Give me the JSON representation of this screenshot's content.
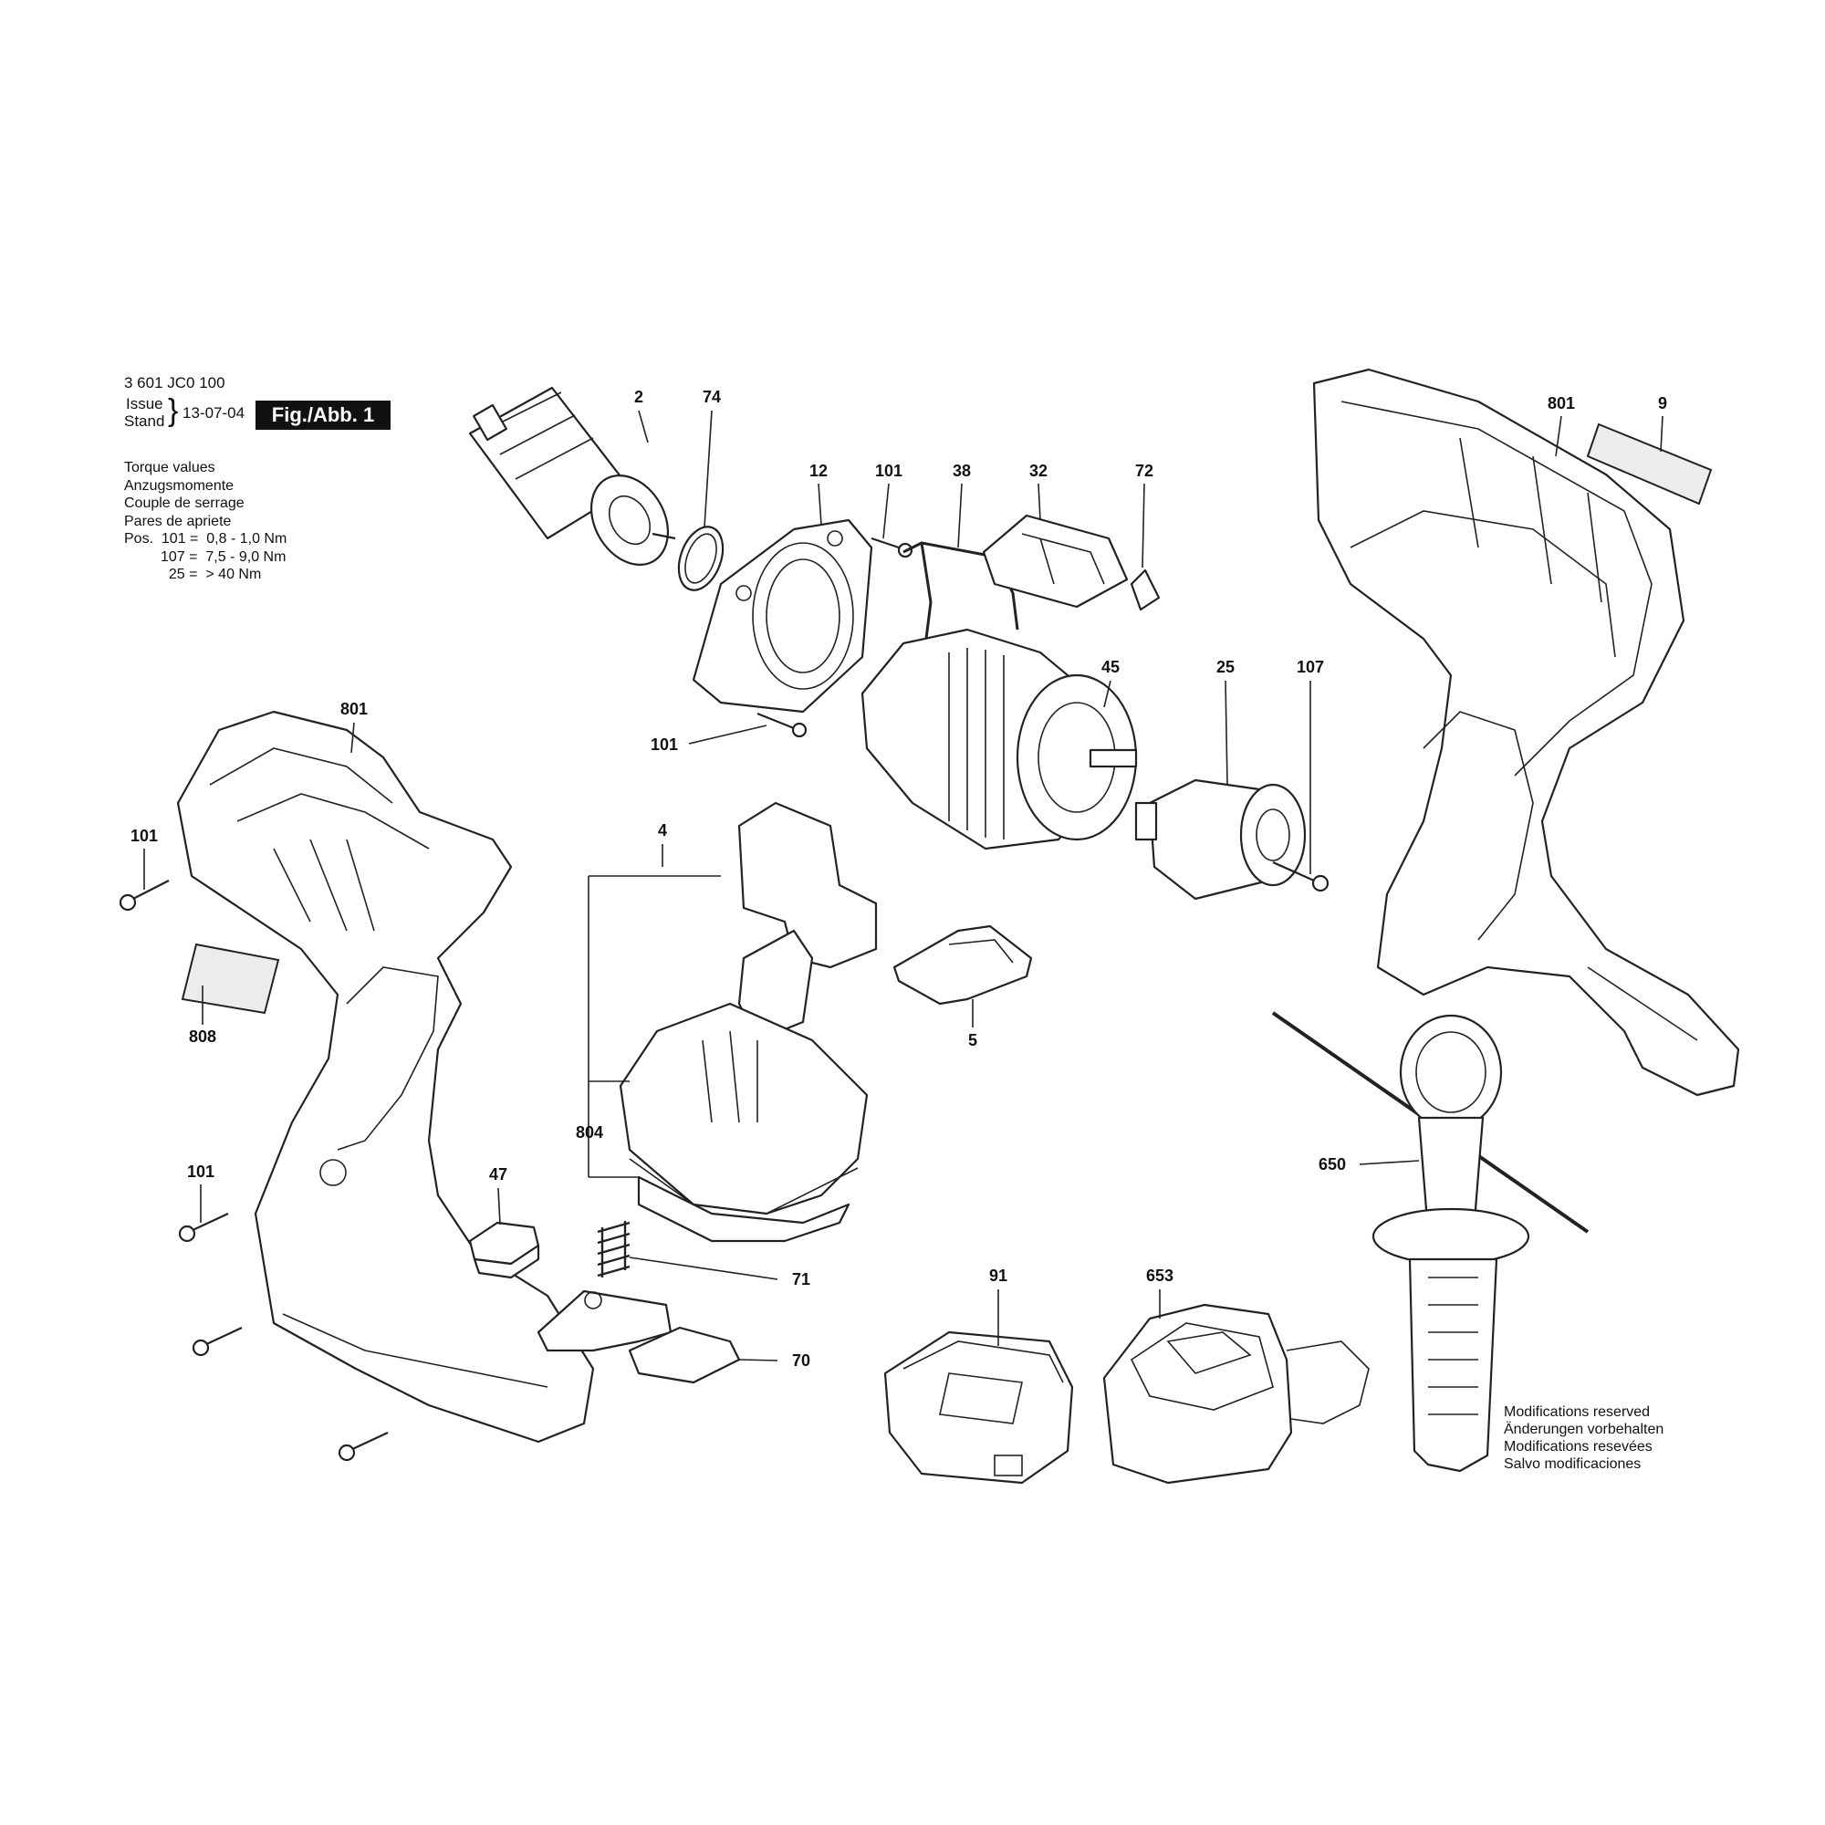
{
  "header": {
    "part_number": "3 601 JC0 100",
    "issue_label": "Issue",
    "stand_label": "Stand",
    "date": "13-07-04",
    "figure_badge": "Fig./Abb. 1"
  },
  "torque": {
    "lines": [
      "Torque values",
      "Anzugsmomente",
      "Couple de serrage",
      "Pares de apriete",
      "Pos.  101 =  0,8 - 1,0 Nm",
      "         107 =  7,5 - 9,0 Nm",
      "           25 =  > 40 Nm"
    ]
  },
  "notice": {
    "lines": [
      "Modifications reserved",
      "Änderungen vorbehalten",
      "Modifications resevées",
      "Salvo modificaciones"
    ]
  },
  "callouts": {
    "motor": "2",
    "o_ring": "74",
    "gear_flange": "12",
    "screw_top": "101",
    "spring_wire": "38",
    "slide_switch": "32",
    "clip": "72",
    "housing_right": "801",
    "label_plate": "9",
    "gearbox": "45",
    "chuck": "25",
    "chuck_screw": "107",
    "housing_left": "801",
    "screw_flange": "101",
    "switch_assembly": "4",
    "screw_left_upper": "101",
    "nameplate": "808",
    "electronics_module": "804",
    "reverse_switch": "5",
    "screw_left_lower": "101",
    "led_cover": "47",
    "spring": "71",
    "battery_latch": "70",
    "battery": "91",
    "charger": "653",
    "aux_handle": "650"
  }
}
